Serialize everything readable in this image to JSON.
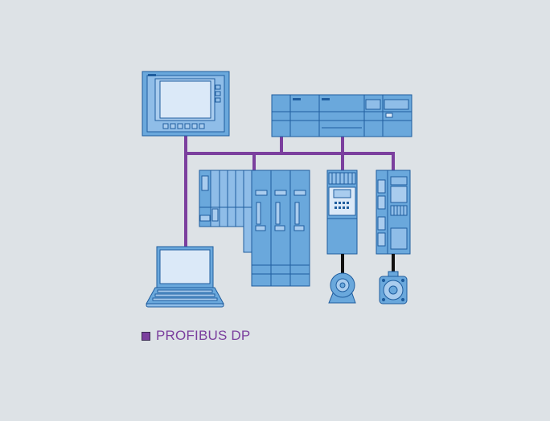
{
  "colors": {
    "background": "#dde2e6",
    "device_fill": "#6aa8dc",
    "device_light": "#a9ccee",
    "device_screen": "#dbe9f8",
    "device_stroke": "#1f5d9e",
    "bus": "#7b3f9e",
    "cable": "#111111"
  },
  "devices": [
    {
      "type": "hmi-touch-panel",
      "icon": "hmi-panel-icon"
    },
    {
      "type": "plc-controller",
      "icon": "plc-icon"
    },
    {
      "type": "distributed-io",
      "icon": "io-module-icon"
    },
    {
      "type": "drive-system",
      "icon": "drive-icon"
    },
    {
      "type": "frequency-converter",
      "icon": "converter-icon"
    },
    {
      "type": "servo-converter",
      "icon": "servo-drive-icon"
    },
    {
      "type": "induction-motor",
      "icon": "motor-icon"
    },
    {
      "type": "servo-motor",
      "icon": "servo-motor-icon"
    },
    {
      "type": "programming-device",
      "icon": "laptop-icon"
    }
  ],
  "legend": {
    "label": "PROFIBUS DP",
    "color": "#7b3f9e"
  }
}
